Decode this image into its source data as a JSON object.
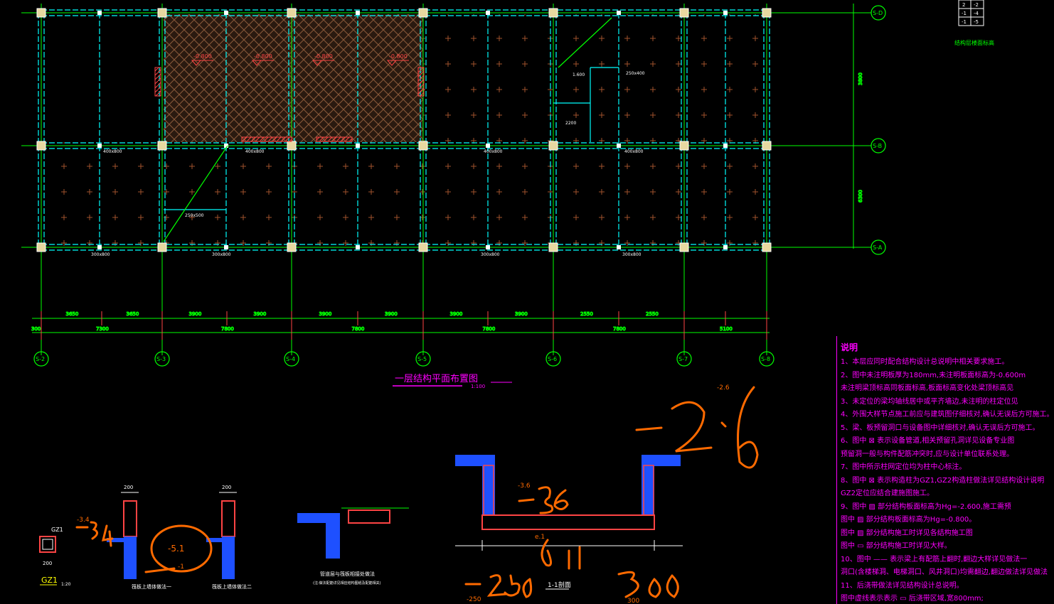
{
  "plan": {
    "title": "一层结构平面布置图",
    "scale": "1:100",
    "axes_x": [
      "S-2",
      "S-3",
      "S-4",
      "S-5",
      "S-6",
      "S-7",
      "S-8"
    ],
    "axes_y": [
      "S-D",
      "S-B",
      "S-A"
    ],
    "dims_top": [
      "3650",
      "3650",
      "3900",
      "3900",
      "3900",
      "3900",
      "3900",
      "3900",
      "2550",
      "2550"
    ],
    "dims_bottom": [
      "7300",
      "7800",
      "7800",
      "7800",
      "7800",
      "5100"
    ],
    "dim_edge": "300",
    "dims_right": [
      "3800",
      "6300"
    ],
    "elev_labels": [
      "-0.800",
      "-0.800",
      "-0.800",
      "-0.800"
    ],
    "beam_labels": [
      "300x800",
      "400x800",
      "400x800",
      "400x800",
      "400x800",
      "300x800",
      "300x800",
      "300x800",
      "250x500",
      "250x400",
      "2200",
      "1.600"
    ]
  },
  "details": {
    "gz1_label": "GZ1",
    "gz1_scale": "1:20",
    "gz1_dims": [
      "200",
      "200"
    ],
    "section1_caption": "筏板上墙体做法一",
    "section2_caption": "筏板上墙体做法二",
    "section3_caption": "管道层与筏板相接处做法",
    "section3_sub": "(注:做法配筋详见相应结构图纸及配筋相关)",
    "section_11_caption": "1-1剖面",
    "dim_200": "200"
  },
  "notes": {
    "title": "说明",
    "items": [
      "1、本层应同时配合结构设计总说明中相关要求施工。",
      "2、图中未注明板厚为180mm,未注明板面标高为-0.600m",
      "   未注明梁顶标高同板面标高,板面标高变化处梁顶标高见",
      "3、未定位的梁均轴线居中或平齐墙边,未注明的柱定位见",
      "4、外围大样节点施工前应与建筑图仔细核对,确认无误后方可施工。",
      "5、梁、板预留洞口与设备图中详细核对,确认无误后方可施工。",
      "6、图中 ⊠ 表示设备管道,相关预留孔洞详见设备专业图",
      "   预留洞一般与构件配筋冲突时,应与设计单位联系处理。",
      "7、图中所示柱网定位均为柱中心标注。",
      "8、图中 ⊠ 表示构造柱为GZ1,GZ2构造柱做法详见结构设计说明",
      "   GZ2定位应结合建施图施工。",
      "9、图中 ▨ 部分结构板面标高为Hg=-2.600,施工需预",
      "   图中 ▨ 部分结构板面标高为Hg=-0.800。",
      "   图中 ▨ 部分结构施工时详见各结构施工图",
      "   图中 ▭ 部分结构施工时详见大样。",
      "10、图中 —— 表示梁上有配筋上翻时,翻边大样详见做法一",
      "   洞口(含楼梯洞、电梯洞口、风井洞口)均需翻边,翻边做法详见做法",
      "11、后浇带做法详见结构设计总说明。",
      "   图中虚线表示表示 ▭ 后浇带区域,宽800mm;"
    ]
  },
  "annotations": {
    "a1": "-2.6",
    "a2": "-3.6",
    "a3": "e.1",
    "a4": "-3.4",
    "a5": "-5.1",
    "a6": "-1",
    "a7": "-250",
    "a8": "300"
  },
  "legend_table": {
    "rows": [
      [
        "2",
        "-2"
      ],
      [
        "-1",
        "-4"
      ],
      [
        "-1",
        "-5"
      ]
    ],
    "caption": "结构层楼面标高"
  },
  "colors": {
    "background": "#000000",
    "cyan": "#00ffff",
    "green": "#00ff00",
    "white": "#ffffff",
    "magenta": "#ff00ff",
    "red": "#ff2222",
    "yellow": "#ffff00",
    "blue": "#1e50ff",
    "orange_pen": "#ff6a00",
    "hatch_brown": "#7a4a2a"
  }
}
